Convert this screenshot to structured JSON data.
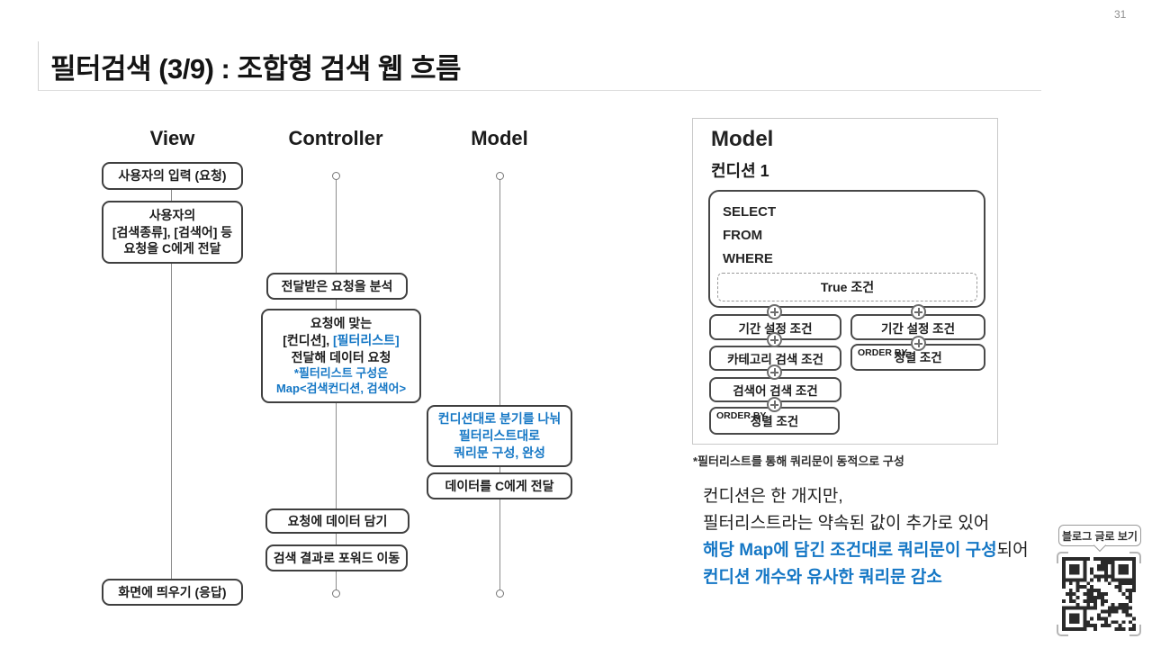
{
  "page_number": "31",
  "header": {
    "title": "필터검색 (3/9) : 조합형 검색 웹 흐름"
  },
  "colors": {
    "accent_blue": "#1577c5",
    "box_border": "#3f3f3f"
  },
  "flow": {
    "headers": {
      "view": "View",
      "controller": "Controller",
      "model": "Model"
    },
    "view": {
      "input_box": "사용자의 입력 (요청)",
      "request_box_lines": [
        "사용자의",
        "[검색종류], [검색어] 등",
        "요청을 C에게 전달"
      ],
      "response_box": "화면에 띄우기 (응답)"
    },
    "controller": {
      "analyze_box": "전달받은 요청을 분석",
      "request_box": {
        "line1": "요청에 맞는",
        "line2_prefix": "[컨디션], ",
        "line2_highlight": "[필터리스트]",
        "line3": "전달해 데이터 요청",
        "note_line1": "*필터리스트 구성은",
        "note_line2": "Map<검색컨디션, 검색어>"
      },
      "data_box": "요청에 데이터 담기",
      "forward_box": "검색 결과로 포워드 이동"
    },
    "model": {
      "query_box_lines": [
        "컨디션대로 분기를 나눠",
        "필터리스트대로",
        "쿼리문 구성, 완성"
      ],
      "deliver_box": "데이터를 C에게 전달"
    }
  },
  "model_panel": {
    "title": "Model",
    "condition_label": "컨디션 1",
    "sql_keywords": [
      "SELECT",
      "FROM",
      "WHERE"
    ],
    "true_condition": "True 조건",
    "left_stack": [
      "기간 설정 조건",
      "카테고리 검색 조건",
      "검색어 검색 조건"
    ],
    "left_order_by": {
      "keyword": "ORDER BY",
      "label": "정렬 조건"
    },
    "right_stack": [
      "기간 설정 조건"
    ],
    "right_order_by": {
      "keyword": "ORDER BY",
      "label": "정렬 조건"
    },
    "caption": "*필터리스트를 통해 쿼리문이 동적으로 구성"
  },
  "summary": {
    "line1": "컨디션은 한 개지만,",
    "line2": "필터리스트라는 약속된 값이 추가로 있어",
    "line3_highlight": "해당 Map에 담긴 조건대로 쿼리문이 구성",
    "line3_suffix": "되어",
    "line4_highlight": "컨디션 개수와 유사한 쿼리문 감소"
  },
  "qr": {
    "label": "블로그 글로 보기"
  }
}
